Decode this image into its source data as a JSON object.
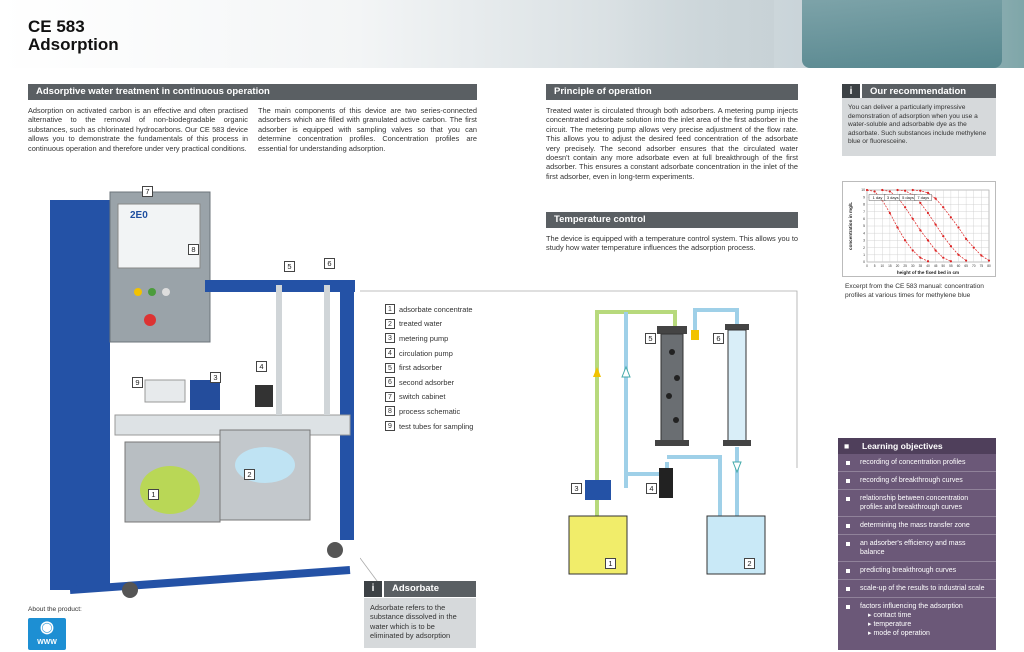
{
  "header": {
    "code": "CE 583",
    "title": "Adsorption"
  },
  "sections": {
    "adsorptive": {
      "title": "Adsorptive water treatment in continuous operation",
      "para1": "Adsorption on activated carbon is an effective and often practised alternative to the removal of non-biodegradable organic substances, such as chlorinated hydrocarbons. Our CE 583 device allows you to demonstrate the fundamentals of this process in continuous operation and therefore under very practical conditions.",
      "para2": "The main components of this device are two series-connected adsorbers which are filled with granulated active carbon. The first adsorber is equipped with sampling valves so that you can determine concentration profiles. Concentration profiles are essential for understanding adsorption."
    },
    "principle": {
      "title": "Principle of operation",
      "text": "Treated water is circulated through both adsorbers. A metering pump injects concentrated adsorbate solution into the inlet area of the first adsorber in the circuit. The metering pump allows very precise adjustment of the flow rate. This allows you to adjust the desired feed concentration of the adsorbate very precisely. The second adsorber ensures that the circulated water doesn't contain any more adsorbate even at full breakthrough of the first adsorber. This ensures a constant adsorbate concentration in the inlet of the first adsorber, even in long-term experiments."
    },
    "temperature": {
      "title": "Temperature control",
      "text": "The device is equipped with a temperature control system. This allows you to study how water temperature influences the adsorption process."
    },
    "recommendation": {
      "icon": "i",
      "title": "Our recommendation",
      "text": "You can deliver a particularly impressive demonstration of adsorption when you use a water-soluble and adsorbable dye as the adsorbate. Such substances include methylene blue or fluoresceine."
    },
    "adsorbate": {
      "icon": "i",
      "title": "Adsorbate",
      "text": "Adsorbate refers to the substance dissolved in the water which is to be eliminated by adsorption"
    }
  },
  "legend": [
    {
      "num": "1",
      "label": "adsorbate concentrate"
    },
    {
      "num": "2",
      "label": "treated water"
    },
    {
      "num": "3",
      "label": "metering pump"
    },
    {
      "num": "4",
      "label": "circulation pump"
    },
    {
      "num": "5",
      "label": "first adsorber"
    },
    {
      "num": "6",
      "label": "second adsorber"
    },
    {
      "num": "7",
      "label": "switch cabinet"
    },
    {
      "num": "8",
      "label": "process schematic"
    },
    {
      "num": "9",
      "label": "test tubes for sampling"
    }
  ],
  "photo_callouts": [
    "7",
    "8",
    "5",
    "6",
    "9",
    "3",
    "4",
    "1",
    "2"
  ],
  "schematic_callouts": [
    "5",
    "6",
    "3",
    "4",
    "1",
    "2"
  ],
  "device": {
    "brand": "2E0"
  },
  "chart_data": {
    "type": "line",
    "xlabel": "height of the fixed bed in cm",
    "ylabel": "concentration in mg/L",
    "xlim": [
      0,
      80
    ],
    "ylim": [
      0,
      10
    ],
    "x_ticks": [
      "0",
      "5",
      "10",
      "15",
      "20",
      "25",
      "30",
      "35",
      "40",
      "45",
      "50",
      "55",
      "60",
      "65",
      "70",
      "75",
      "80"
    ],
    "y_ticks": [
      "0",
      "1",
      "2",
      "3",
      "4",
      "5",
      "6",
      "7",
      "8",
      "9",
      "10"
    ],
    "grid": true,
    "series": [
      {
        "name": "1 day",
        "x": [
          0,
          5,
          10,
          15,
          20,
          25,
          30,
          35,
          40
        ],
        "y": [
          10,
          9.8,
          8.6,
          6.8,
          4.8,
          3.0,
          1.6,
          0.6,
          0.1
        ]
      },
      {
        "name": "3 days",
        "x": [
          10,
          15,
          20,
          25,
          30,
          35,
          40,
          45,
          50,
          55
        ],
        "y": [
          10,
          9.8,
          9.0,
          7.6,
          6.0,
          4.4,
          3.0,
          1.6,
          0.6,
          0.1
        ]
      },
      {
        "name": "5 days",
        "x": [
          20,
          25,
          30,
          35,
          40,
          45,
          50,
          55,
          60,
          65
        ],
        "y": [
          10,
          9.9,
          9.3,
          8.2,
          6.8,
          5.2,
          3.6,
          2.2,
          1.0,
          0.2
        ]
      },
      {
        "name": "7 days",
        "x": [
          30,
          35,
          40,
          45,
          50,
          55,
          60,
          65,
          70,
          75,
          80
        ],
        "y": [
          10,
          9.9,
          9.6,
          8.8,
          7.6,
          6.2,
          4.8,
          3.2,
          2.0,
          0.9,
          0.2
        ]
      }
    ],
    "caption": "Excerpt from the CE 583 manual: concentration profiles at various times for methylene blue"
  },
  "learning": {
    "title": "Learning objectives",
    "items": [
      {
        "text": "recording of concentration profiles"
      },
      {
        "text": "recording of breakthrough curves"
      },
      {
        "text": "relationship between concentration profiles and breakthrough curves"
      },
      {
        "text": "determining the mass transfer zone"
      },
      {
        "text": "an adsorber's efficiency and mass balance"
      },
      {
        "text": "predicting breakthrough curves"
      },
      {
        "text": "scale-up of the results to industrial scale"
      },
      {
        "text": "factors influencing the adsorption",
        "sub": [
          "contact time",
          "temperature",
          "mode of operation"
        ]
      }
    ]
  },
  "about": {
    "label": "About the product:",
    "link": "WWW"
  },
  "colors": {
    "bar": "#5a5f63",
    "learning": "#6b5878",
    "frame": "#1f4fa0",
    "www": "#1d8fd3"
  }
}
